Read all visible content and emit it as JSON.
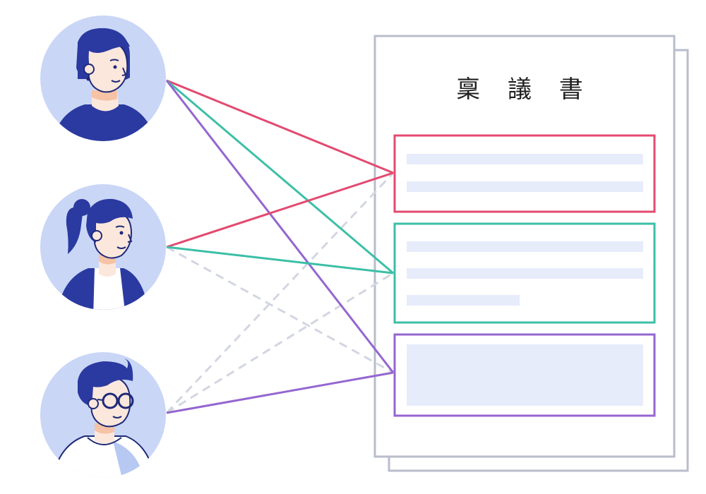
{
  "document": {
    "title": "稟 議 書",
    "sections": [
      {
        "id": "red",
        "color": "#E34A70",
        "text_lines": 2
      },
      {
        "id": "teal",
        "color": "#3BBFA6",
        "text_lines": 3
      },
      {
        "id": "purple",
        "color": "#9466D0",
        "text_lines": 0
      }
    ],
    "placeholder_color": "#E7ECFB",
    "page_border_color": "#B9BDCB"
  },
  "people": [
    {
      "id": "woman-short-hair",
      "avatar_bg": "#C9D6F6"
    },
    {
      "id": "woman-ponytail",
      "avatar_bg": "#C9D6F6"
    },
    {
      "id": "man-glasses",
      "avatar_bg": "#C9D6F6"
    }
  ],
  "connections": {
    "solid": [
      {
        "from": "woman-short-hair",
        "to": "red",
        "color": "#E34A70"
      },
      {
        "from": "woman-short-hair",
        "to": "teal",
        "color": "#3BBFA6"
      },
      {
        "from": "woman-short-hair",
        "to": "purple",
        "color": "#9466D0"
      },
      {
        "from": "woman-ponytail",
        "to": "red",
        "color": "#E34A70"
      },
      {
        "from": "woman-ponytail",
        "to": "teal",
        "color": "#3BBFA6"
      },
      {
        "from": "man-glasses",
        "to": "purple",
        "color": "#9466D0"
      }
    ],
    "dashed": [
      {
        "from": "woman-ponytail",
        "to": "purple"
      },
      {
        "from": "man-glasses",
        "to": "red"
      },
      {
        "from": "man-glasses",
        "to": "teal"
      }
    ],
    "dashed_color": "#D3D6E2"
  },
  "colors": {
    "hair": "#2B3AA0",
    "skin": "#FCE7DC",
    "skin_shade": "#F6C3A6",
    "line": "#1E2A78"
  }
}
